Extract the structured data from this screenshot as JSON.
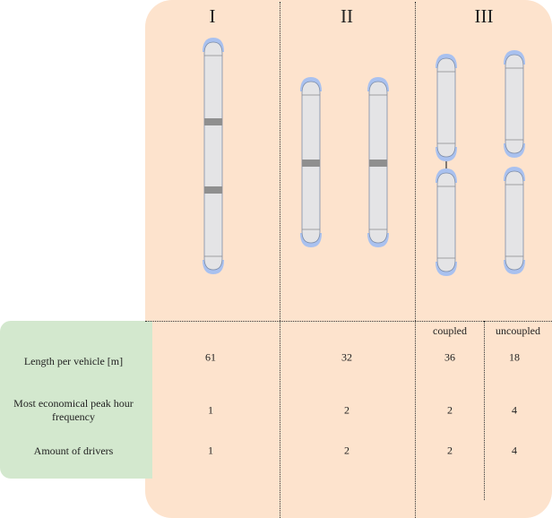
{
  "columns": [
    {
      "roman": "I"
    },
    {
      "roman": "II"
    },
    {
      "roman": "III"
    }
  ],
  "subcolumns": {
    "coupled": "coupled",
    "uncoupled": "uncoupled"
  },
  "rows": [
    {
      "label": "Length per vehicle [m]",
      "values": [
        "61",
        "32",
        "36",
        "18"
      ]
    },
    {
      "label": "Most economical peak hour frequency",
      "values": [
        "1",
        "2",
        "2",
        "4"
      ]
    },
    {
      "label": "Amount of drivers",
      "values": [
        "1",
        "2",
        "2",
        "4"
      ]
    }
  ],
  "colors": {
    "panel_peach": "#fde3cd",
    "panel_green": "#d3e8ce",
    "vehicle_body": "#e4e4e6",
    "vehicle_cab": "#a9c1ef",
    "joint": "#8f8f8f"
  }
}
